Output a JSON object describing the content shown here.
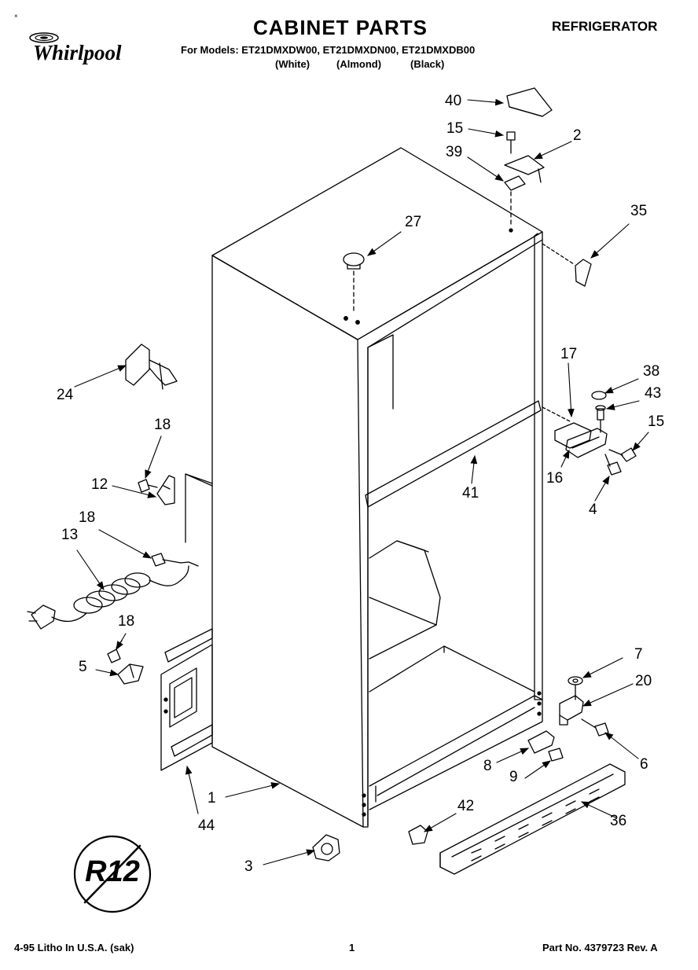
{
  "brand": "Whirlpool",
  "title": "CABINET PARTS",
  "appliance": "REFRIGERATOR",
  "models_line": "For Models: ET21DMXDW00, ET21DMXDN00, ET21DMXDB00",
  "colors": [
    "(White)",
    "(Almond)",
    "(Black)"
  ],
  "badge": "R12",
  "footer": {
    "litho": "4-95 Litho In U.S.A. (sak)",
    "page": "1",
    "part_no": "Part No. 4379723 Rev. A"
  },
  "part_labels": [
    "40",
    "15",
    "2",
    "39",
    "35",
    "27",
    "24",
    "17",
    "38",
    "43",
    "15",
    "18",
    "12",
    "16",
    "4",
    "41",
    "18",
    "13",
    "18",
    "5",
    "7",
    "20",
    "6",
    "8",
    "9",
    "1",
    "44",
    "42",
    "36",
    "3"
  ]
}
